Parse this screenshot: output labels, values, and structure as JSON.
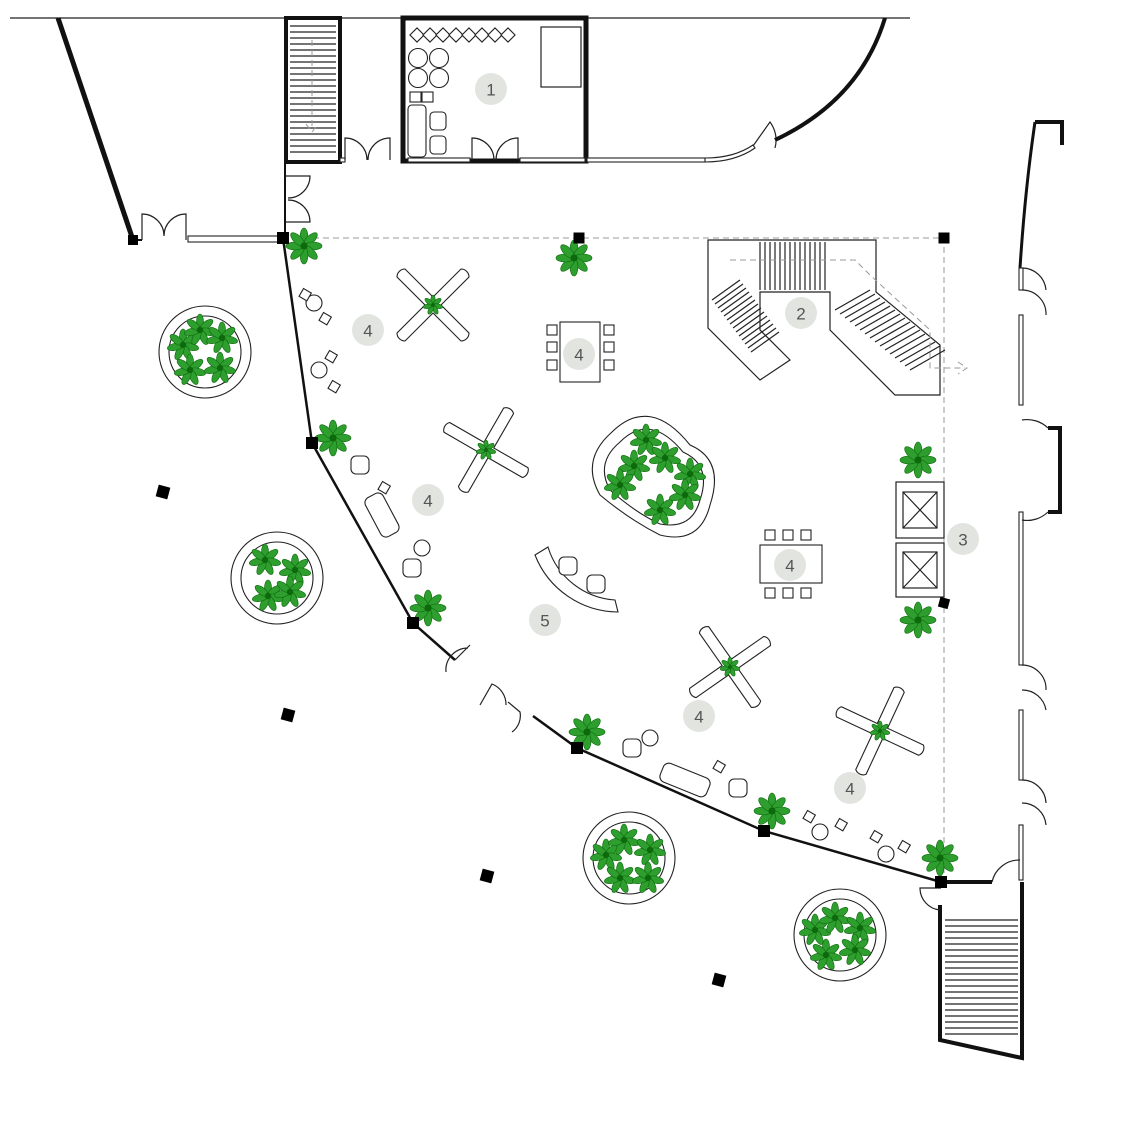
{
  "title": "Lobby floor plan",
  "colors": {
    "plant": "#2e9e2e",
    "plant_dark": "#0c6a0c",
    "label_bg": "#e2e5df",
    "wall": "#111111"
  },
  "zones": [
    {
      "id": "z1",
      "label": "1"
    },
    {
      "id": "z2",
      "label": "2"
    },
    {
      "id": "z4a",
      "label": "4"
    },
    {
      "id": "z4b",
      "label": "4"
    },
    {
      "id": "z4c",
      "label": "4"
    },
    {
      "id": "z3",
      "label": "3"
    },
    {
      "id": "z4d",
      "label": "4"
    },
    {
      "id": "z5",
      "label": "5"
    },
    {
      "id": "z4e",
      "label": "4"
    },
    {
      "id": "z4f",
      "label": "4"
    }
  ]
}
